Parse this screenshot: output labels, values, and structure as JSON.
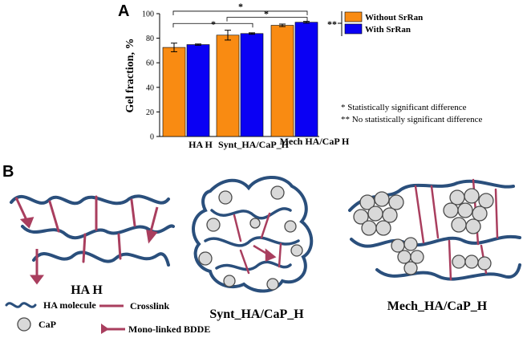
{
  "panel_a_label": "A",
  "panel_b_label": "B",
  "chart_data": {
    "type": "bar",
    "ylabel": "Gel fraction, %",
    "ylim": [
      0,
      100
    ],
    "y_ticks": [
      0,
      20,
      40,
      60,
      80,
      100
    ],
    "grid": false,
    "legend_placement": "right",
    "categories": [
      "HA H",
      "Synt_HA/CaP_H",
      "Mech  HA/CaP  H"
    ],
    "series": [
      {
        "name": "Without SrRan",
        "color": "#f98b12",
        "values": [
          72.5,
          82.5,
          90.5
        ],
        "errors": [
          3.5,
          4.0,
          1.0
        ]
      },
      {
        "name": "With SrRan",
        "color": "#0a00f4",
        "values": [
          74.8,
          83.8,
          93.0
        ],
        "errors": [
          0.5,
          0.6,
          0.7
        ]
      }
    ],
    "significance": [
      {
        "label": "*"
      },
      {
        "label": "*"
      },
      {
        "label": "*"
      }
    ],
    "legend_bracket_label": "**",
    "notes": [
      "* Statistically significant difference",
      "** No statistically significant difference"
    ]
  },
  "diagram": {
    "captions": [
      "HA H",
      "Synt_HA/CaP_H",
      "Mech_HA/CaP_H"
    ],
    "legend": {
      "ha_molecule": "HA molecule",
      "crosslink": "Crosslink",
      "cap": "CaP",
      "mono_linked": "Mono-linked BDDE"
    },
    "colors": {
      "chain": "#2a4f7c",
      "crosslink": "#a93e5e",
      "particle_fill": "#d9d9d9",
      "particle_stroke": "#4a4a4a"
    }
  }
}
